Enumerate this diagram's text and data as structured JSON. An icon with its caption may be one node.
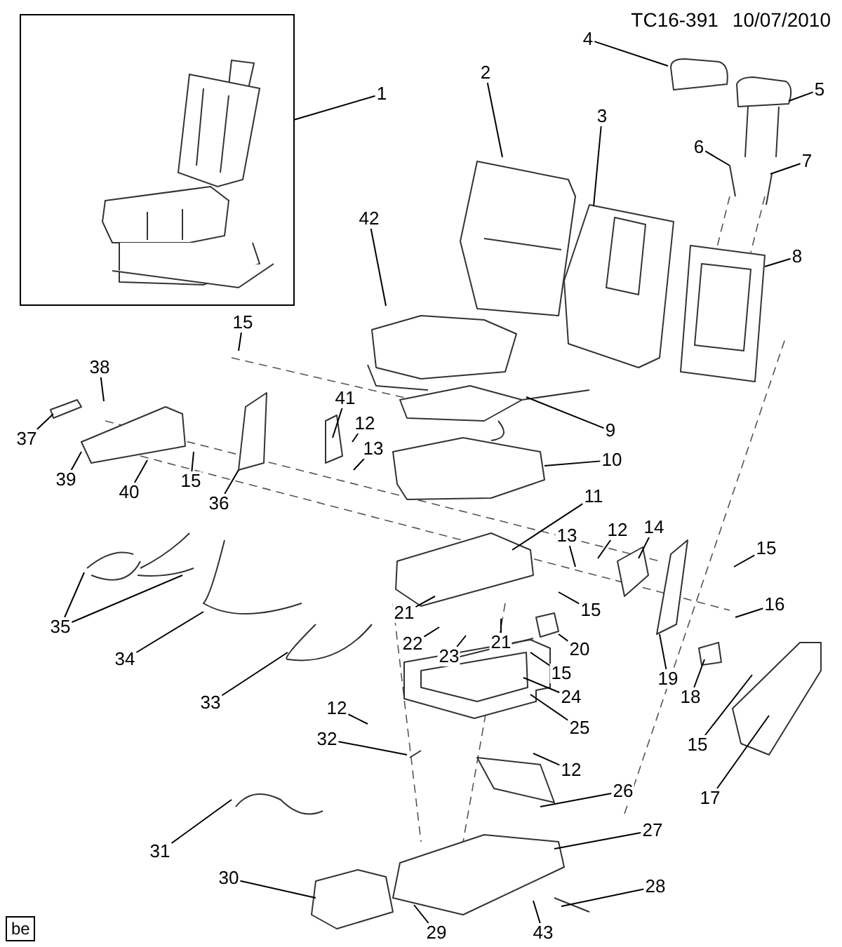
{
  "diagram": {
    "nodes": [
      {
        "text": [],
        "shape": "box"
      },
      {
        "text": [
          "1"
        ]
      },
      {
        "text": [
          "2"
        ]
      },
      {
        "text": [
          "3"
        ]
      },
      {
        "text": [
          "4"
        ]
      },
      {
        "text": [
          "5"
        ]
      },
      {
        "text": [
          "6"
        ]
      },
      {
        "text": [
          "7"
        ]
      },
      {
        "text": [
          "8"
        ]
      },
      {
        "text": [
          "42"
        ]
      },
      {
        "text": [
          "15"
        ]
      },
      {
        "text": [
          "38"
        ]
      },
      {
        "text": [
          "37"
        ]
      },
      {
        "text": [
          "41"
        ]
      },
      {
        "text": [
          "12"
        ]
      },
      {
        "text": [
          "13"
        ]
      },
      {
        "text": [
          "9"
        ]
      },
      {
        "text": [
          "10"
        ]
      },
      {
        "text": [
          "39"
        ]
      },
      {
        "text": [
          "40"
        ]
      },
      {
        "text": [
          "15"
        ]
      },
      {
        "text": [
          "36"
        ]
      },
      {
        "text": [
          "11"
        ]
      },
      {
        "text": [
          "13"
        ]
      },
      {
        "text": [
          "12"
        ]
      },
      {
        "text": [
          "14"
        ]
      },
      {
        "text": [
          "15"
        ]
      },
      {
        "text": [
          "16"
        ]
      },
      {
        "text": [
          "35"
        ]
      },
      {
        "text": [
          "21"
        ]
      },
      {
        "text": [
          "21"
        ]
      },
      {
        "text": [
          "22"
        ]
      },
      {
        "text": [
          "23"
        ]
      },
      {
        "text": [
          "15"
        ]
      },
      {
        "text": [
          "20"
        ]
      },
      {
        "text": [
          "15"
        ]
      },
      {
        "text": [
          "19"
        ]
      },
      {
        "text": [
          "24"
        ]
      },
      {
        "text": [
          "34"
        ]
      },
      {
        "text": [
          "18"
        ]
      },
      {
        "text": [
          "25"
        ]
      },
      {
        "text": [
          "33"
        ]
      },
      {
        "text": [
          "12"
        ]
      },
      {
        "text": [
          "15"
        ]
      },
      {
        "text": [
          "32"
        ]
      },
      {
        "text": [
          "12"
        ]
      },
      {
        "text": [
          "26"
        ]
      },
      {
        "text": [
          "17"
        ]
      },
      {
        "text": [
          "31"
        ]
      },
      {
        "text": [
          "27"
        ]
      },
      {
        "text": [
          "30"
        ]
      },
      {
        "text": [
          "28"
        ]
      },
      {
        "text": [
          "29"
        ]
      },
      {
        "text": [
          "43"
        ]
      },
      {
        "text": [
          "be"
        ]
      }
    ],
    "edges": [
      {
        "from": 1,
        "to": 0,
        "arrow": "none"
      },
      {
        "from": 2,
        "to": null,
        "arrow": "none"
      },
      {
        "from": 3,
        "to": null,
        "arrow": "none"
      },
      {
        "from": 4,
        "to": null,
        "arrow": "none"
      },
      {
        "from": 5,
        "to": null,
        "arrow": "none"
      },
      {
        "from": 6,
        "to": null,
        "arrow": "none"
      },
      {
        "from": 7,
        "to": null,
        "arrow": "none"
      },
      {
        "from": 8,
        "to": null,
        "arrow": "none"
      },
      {
        "from": 9,
        "to": null,
        "arrow": "none"
      },
      {
        "from": 10,
        "to": null,
        "arrow": "none"
      },
      {
        "from": 11,
        "to": null,
        "arrow": "none"
      },
      {
        "from": 12,
        "to": null,
        "arrow": "none"
      },
      {
        "from": 13,
        "to": null,
        "arrow": "none"
      },
      {
        "from": 14,
        "to": null,
        "arrow": "none"
      },
      {
        "from": 15,
        "to": null,
        "arrow": "none"
      },
      {
        "from": 16,
        "to": null,
        "arrow": "none"
      },
      {
        "from": 17,
        "to": null,
        "arrow": "none"
      },
      {
        "from": 18,
        "to": null,
        "arrow": "none"
      },
      {
        "from": 19,
        "to": null,
        "arrow": "none"
      },
      {
        "from": 20,
        "to": null,
        "arrow": "none"
      },
      {
        "from": 21,
        "to": null,
        "arrow": "none"
      },
      {
        "from": 22,
        "to": null,
        "arrow": "none"
      },
      {
        "from": 23,
        "to": null,
        "arrow": "none"
      },
      {
        "from": 24,
        "to": null,
        "arrow": "none"
      },
      {
        "from": 25,
        "to": null,
        "arrow": "none"
      },
      {
        "from": 26,
        "to": null,
        "arrow": "none"
      },
      {
        "from": 27,
        "to": null,
        "arrow": "none"
      },
      {
        "from": 28,
        "to": null,
        "arrow": "none"
      },
      {
        "from": 28,
        "to": null,
        "arrow": "none"
      },
      {
        "from": 29,
        "to": null,
        "arrow": "none"
      },
      {
        "from": 30,
        "to": null,
        "arrow": "none"
      },
      {
        "from": 31,
        "to": null,
        "arrow": "none"
      },
      {
        "from": 32,
        "to": null,
        "arrow": "none"
      },
      {
        "from": 33,
        "to": null,
        "arrow": "none"
      },
      {
        "from": 34,
        "to": null,
        "arrow": "none"
      },
      {
        "from": 35,
        "to": null,
        "arrow": "none"
      },
      {
        "from": 36,
        "to": null,
        "arrow": "none"
      },
      {
        "from": 37,
        "to": null,
        "arrow": "none"
      },
      {
        "from": 38,
        "to": null,
        "arrow": "none"
      },
      {
        "from": 39,
        "to": null,
        "arrow": "none"
      },
      {
        "from": 40,
        "to": null,
        "arrow": "none"
      },
      {
        "from": 41,
        "to": null,
        "arrow": "none"
      },
      {
        "from": 42,
        "to": null,
        "arrow": "none"
      },
      {
        "from": 43,
        "to": null,
        "arrow": "none"
      },
      {
        "from": 44,
        "to": null,
        "arrow": "none"
      },
      {
        "from": 45,
        "to": null,
        "arrow": "none"
      },
      {
        "from": 46,
        "to": null,
        "arrow": "none"
      },
      {
        "from": 47,
        "to": null,
        "arrow": "none"
      },
      {
        "from": 48,
        "to": null,
        "arrow": "none"
      },
      {
        "from": 49,
        "to": null,
        "arrow": "none"
      },
      {
        "from": 50,
        "to": null,
        "arrow": "none"
      },
      {
        "from": 51,
        "to": null,
        "arrow": "none"
      },
      {
        "from": 52,
        "to": null,
        "arrow": "none"
      },
      {
        "from": 53,
        "to": null,
        "arrow": "none"
      }
    ],
    "labels": [
      "TC16-391",
      "10/07/2010"
    ]
  }
}
